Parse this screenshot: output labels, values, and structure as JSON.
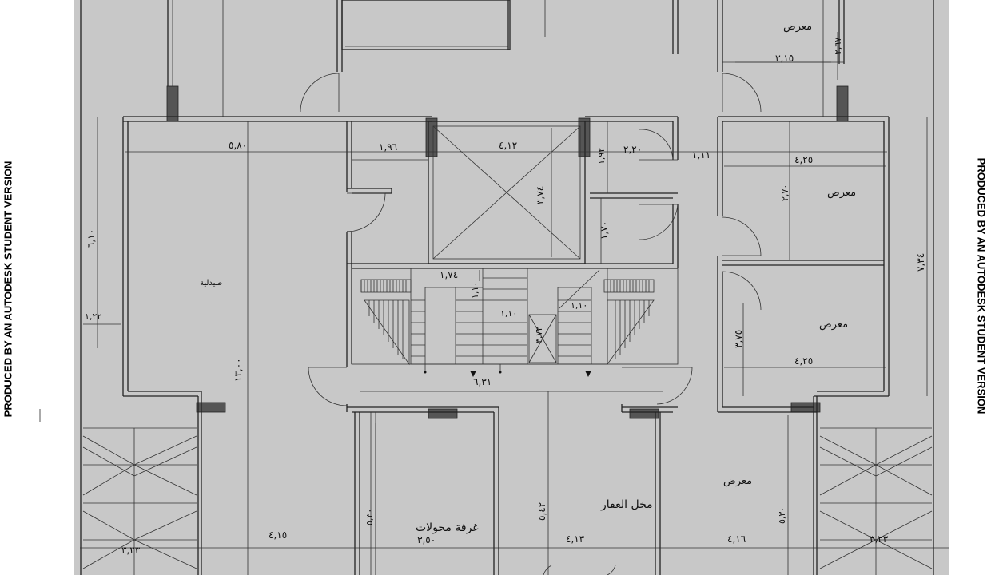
{
  "watermark": {
    "left": "PRODUCED BY AN AUTODESK STUDENT VERSION",
    "right": "PRODUCED BY AN AUTODESK STUDENT VERSION"
  },
  "rooms": {
    "showroom_top_right": "معرض",
    "showroom_right_1": "معرض",
    "showroom_right_2": "معرض",
    "showroom_bottom_right": "معرض",
    "pharmacy": "صيدلية",
    "building_entrance": "مخل العقار",
    "transformer_room": "غرفة محولات"
  },
  "dimensions": {
    "d_315": "٣,١٥",
    "d_267": "٢,٦٧",
    "d_580": "٥,٨٠",
    "d_196": "١,٩٦",
    "d_412": "٤,١٢",
    "d_192": "١,٩٢",
    "d_220": "٢,٢٠",
    "d_111": "١,١١",
    "d_425_top": "٤,٢٥",
    "d_270": "٢,٧٠",
    "d_374": "٣,٧٤",
    "d_610": "٦,١٠",
    "d_170": "١,٧٠",
    "d_734": "٧,٣٤",
    "d_122": "١,٢٢",
    "d_174": "١,٧٤",
    "d_110a": "١,١٠",
    "d_110b": "١,١٠",
    "d_110c": "١,١٠",
    "d_372": "٣,٧٢",
    "d_375": "٣,٧٥",
    "d_425_bot": "٤,٢٥",
    "d_1300": "١٣,٠٠",
    "d_631": "٦,٣١",
    "d_542": "٥,٤٢",
    "d_530_left": "٥,٣٠",
    "d_530_right": "٥,٣٠",
    "d_350": "٣,٥٠",
    "d_415": "٤,١٥",
    "d_413": "٤,١٣",
    "d_416": "٤,١٦",
    "d_323_left": "٣,٢٣",
    "d_323_right": "٣,٢٣"
  }
}
